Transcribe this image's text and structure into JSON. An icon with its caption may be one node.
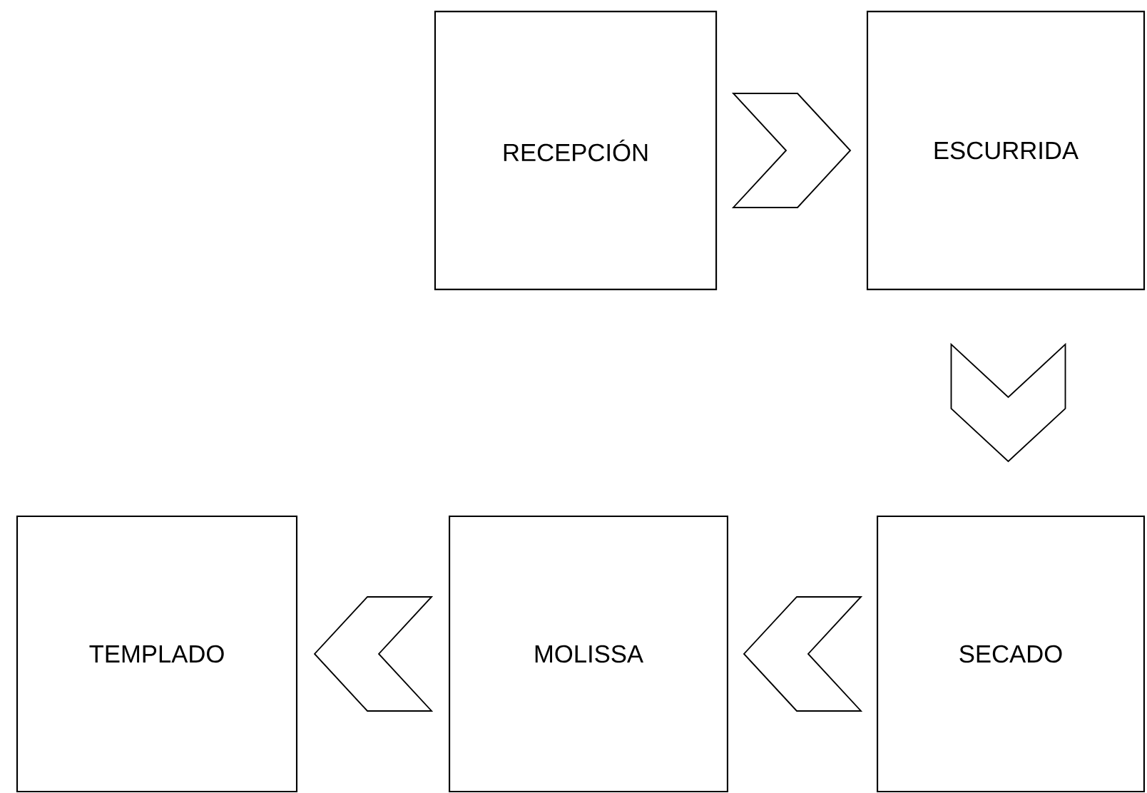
{
  "diagram": {
    "nodes": [
      {
        "text": [
          "RECEPCIÓN"
        ]
      },
      {
        "text": [
          "ESCURRIDA"
        ]
      },
      {
        "text": [
          "TEMPLADO"
        ]
      },
      {
        "text": [
          "MOLISSA"
        ]
      },
      {
        "text": [
          "SECADO"
        ]
      }
    ],
    "edges": [
      {
        "from": 0,
        "to": 1,
        "arrow": "to"
      },
      {
        "from": 1,
        "to": 4,
        "arrow": "to"
      },
      {
        "from": 4,
        "to": 3,
        "arrow": "to"
      },
      {
        "from": 3,
        "to": 2,
        "arrow": "to"
      }
    ]
  }
}
